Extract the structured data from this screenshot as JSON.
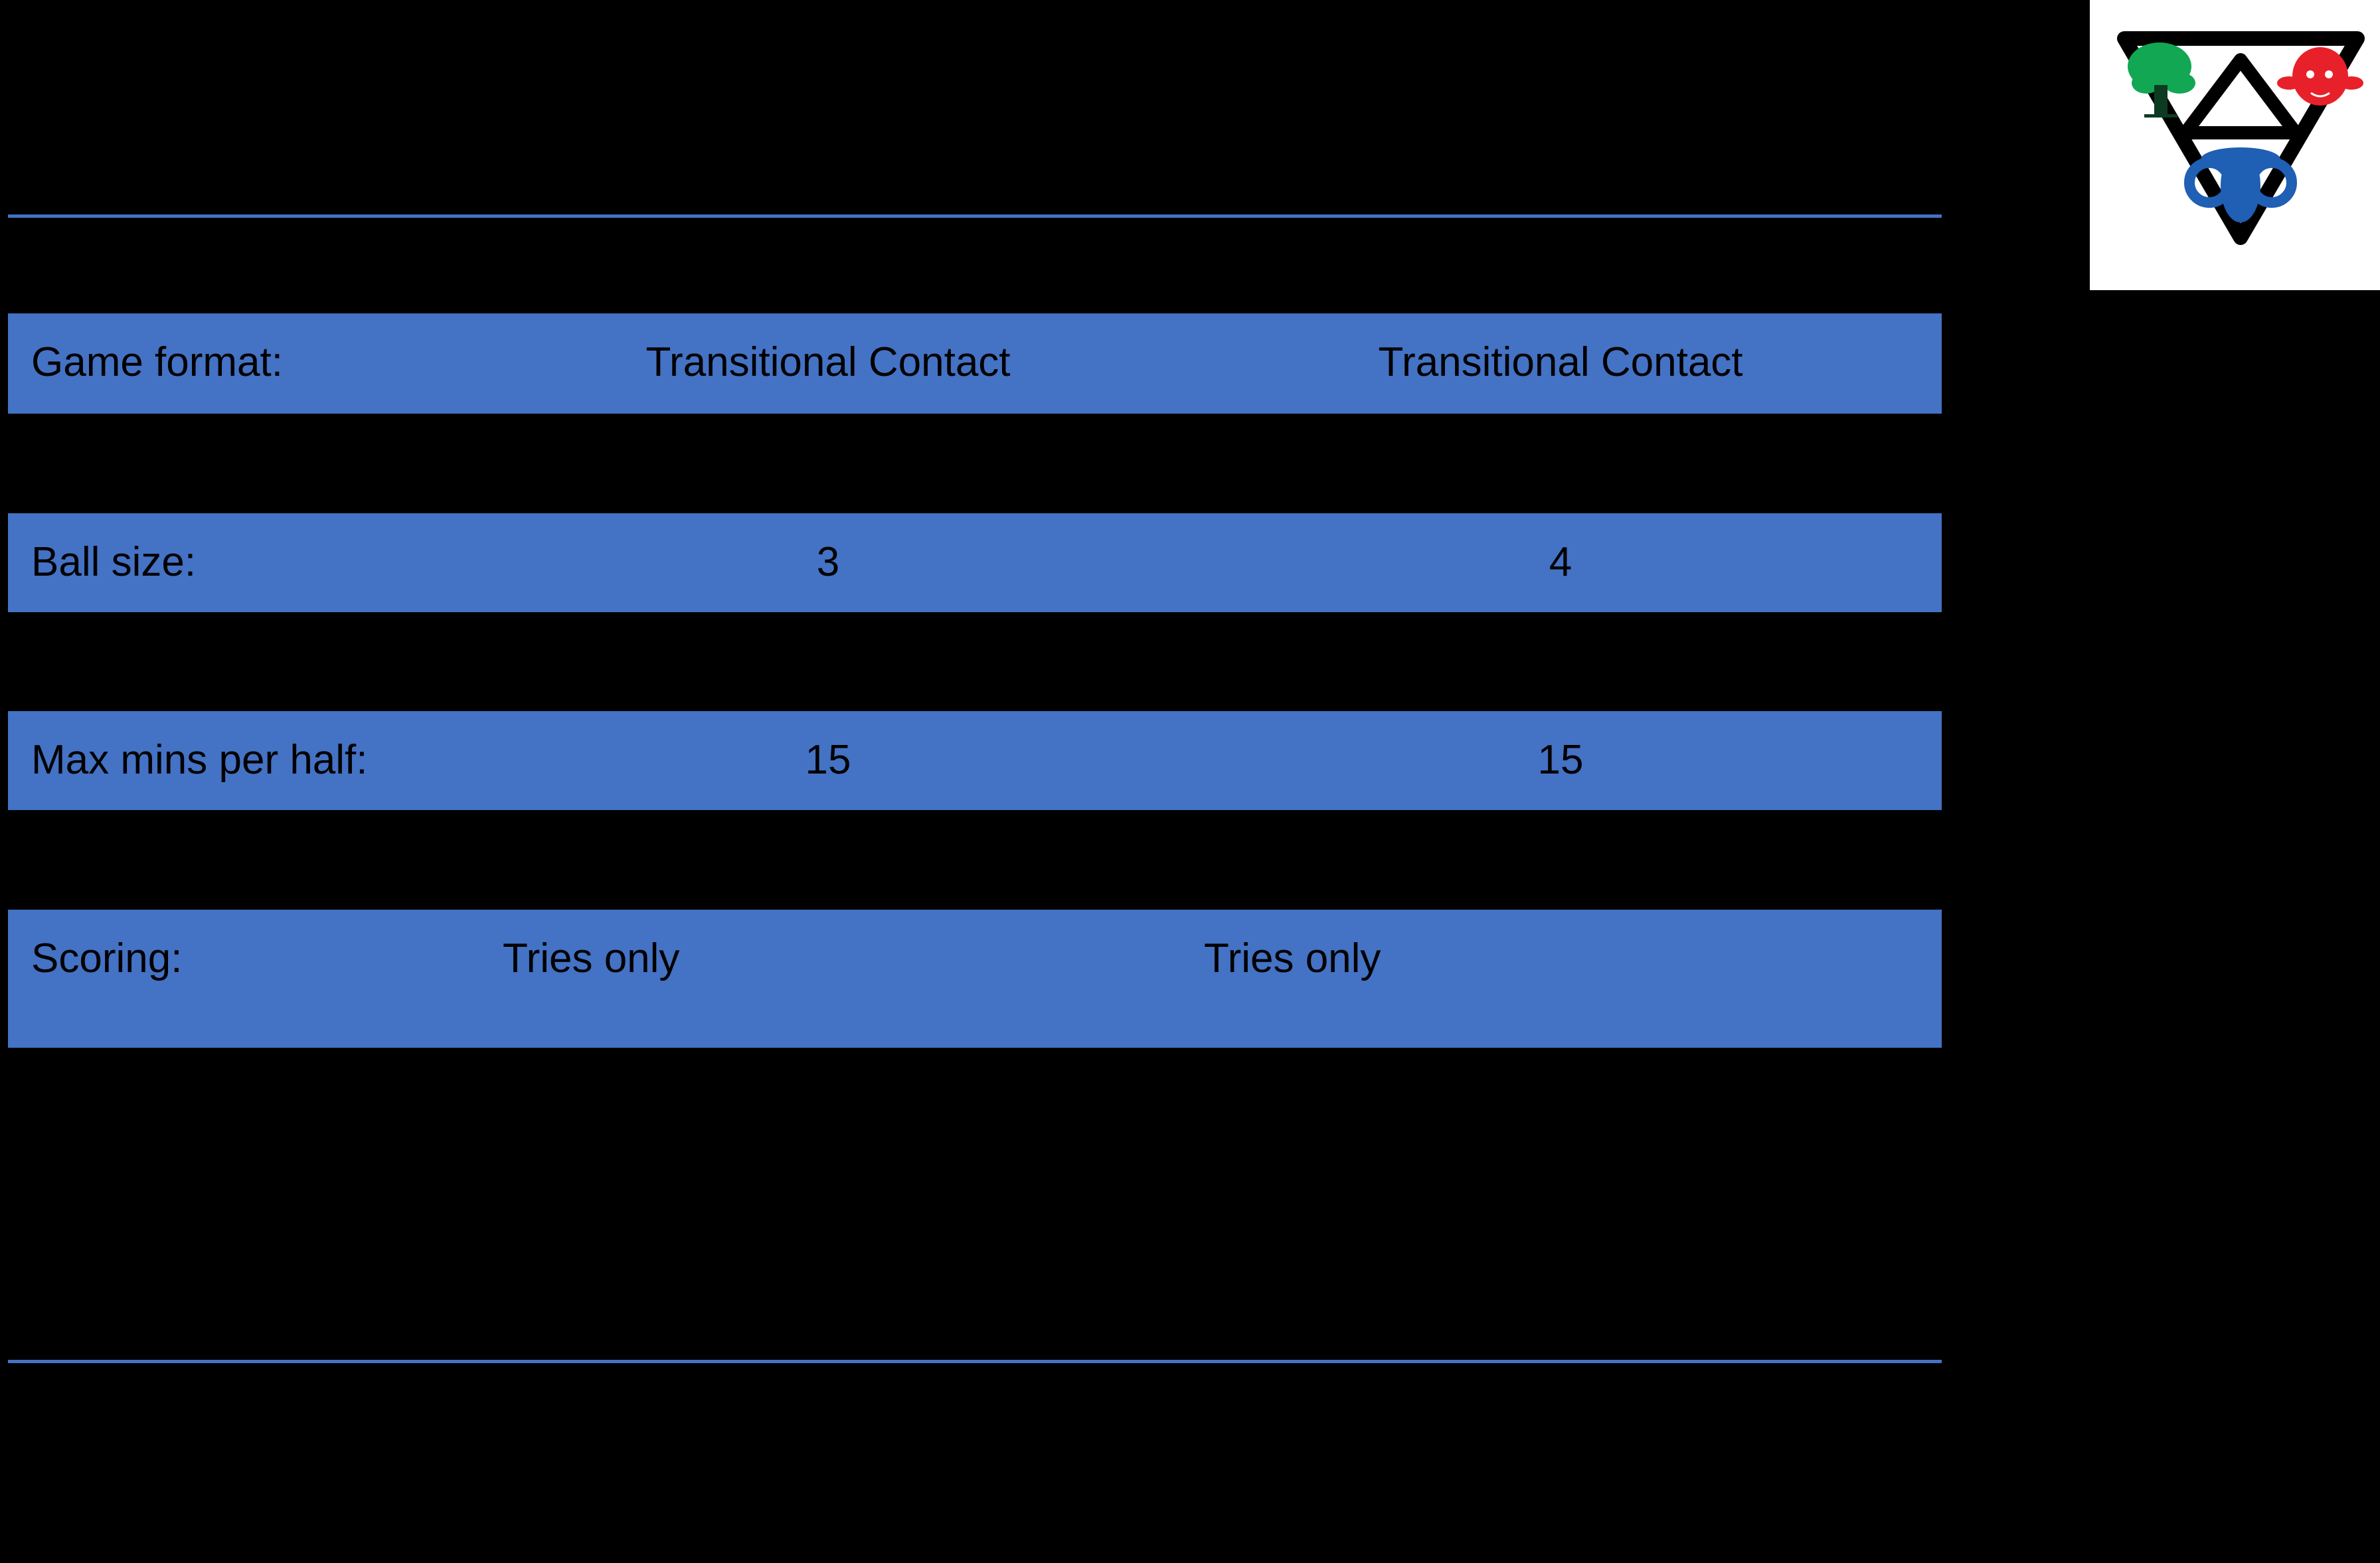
{
  "colors": {
    "background": "#000000",
    "accent": "#4472C4",
    "text": "#000000",
    "logo_background": "#FFFFFF"
  },
  "logo": {
    "icon": "club-crest-triangle-icon",
    "elements": [
      "green-tree",
      "red-face",
      "blue-ram"
    ]
  },
  "rows": [
    {
      "label": "Game format:",
      "col1": "Transitional Contact",
      "col2": "Transitional Contact"
    },
    {
      "label": "Ball size:",
      "col1": "3",
      "col2": "4"
    },
    {
      "label": "Max mins per half:",
      "col1": "15",
      "col2": "15"
    },
    {
      "label": "Scoring:",
      "col1": "Tries only",
      "col2": "Tries only"
    }
  ]
}
